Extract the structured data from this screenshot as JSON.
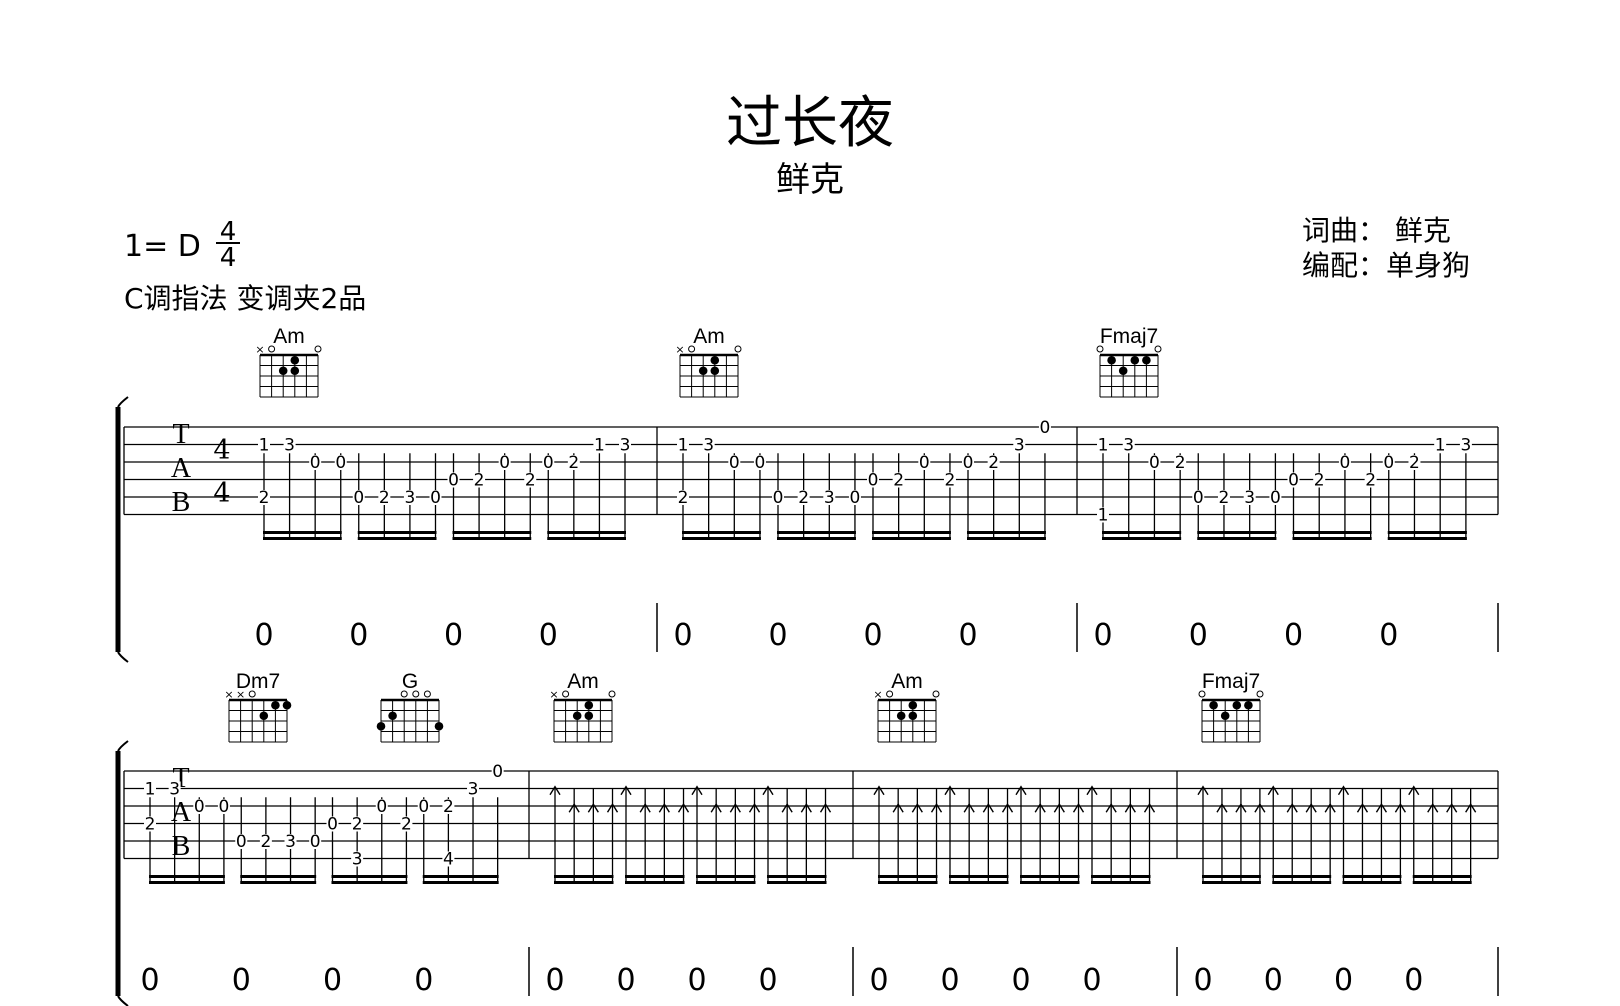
{
  "header": {
    "title": "过长夜",
    "artist": "鲜克",
    "key": "1= D",
    "time_top": "4",
    "time_bottom": "4",
    "capo": "C调指法  变调夹2品",
    "credit_lyrics": "词曲：   鲜克",
    "credit_arranger": "编配：单身狗"
  },
  "tab_labels": {
    "t": "T",
    "a": "A",
    "b": "B",
    "ts_top": "4",
    "ts_bottom": "4"
  },
  "systems": [
    {
      "chords": [
        {
          "name": "Am",
          "muted": [
            1
          ],
          "open": [
            2,
            6
          ],
          "dots": [
            [
              4,
              1
            ],
            [
              3,
              2
            ],
            [
              4,
              2
            ]
          ]
        },
        {
          "name": "Am",
          "muted": [
            1
          ],
          "open": [
            2,
            6
          ],
          "dots": [
            [
              4,
              1
            ],
            [
              3,
              2
            ],
            [
              4,
              2
            ]
          ]
        },
        {
          "name": "Fmaj7",
          "muted": [],
          "open": [
            1,
            6
          ],
          "dots": [
            [
              4,
              1
            ],
            [
              2,
              1
            ],
            [
              3,
              2
            ],
            [
              5,
              1
            ]
          ]
        }
      ],
      "measures": [
        {
          "pattern": "a"
        },
        {
          "pattern": "b"
        },
        {
          "pattern": "c"
        }
      ],
      "rhythm": [
        [
          "0",
          "0",
          "0",
          "0"
        ],
        [
          "0",
          "0",
          "0",
          "0"
        ],
        [
          "0",
          "0",
          "0",
          "0"
        ]
      ]
    },
    {
      "chords": [
        {
          "name": "Dm7",
          "muted": [
            1,
            2
          ],
          "open": [
            3
          ],
          "dots": [
            [
              5,
              1
            ],
            [
              6,
              1
            ],
            [
              4,
              2
            ]
          ]
        },
        {
          "name": "G",
          "muted": [],
          "open": [
            3,
            4,
            5
          ],
          "dots": [
            [
              1,
              3
            ],
            [
              6,
              3
            ],
            [
              2,
              2
            ]
          ]
        },
        {
          "name": "Am",
          "muted": [
            1
          ],
          "open": [
            2,
            6
          ],
          "dots": [
            [
              4,
              1
            ],
            [
              3,
              2
            ],
            [
              4,
              2
            ]
          ]
        },
        {
          "name": "Am",
          "muted": [
            1
          ],
          "open": [
            2,
            6
          ],
          "dots": [
            [
              4,
              1
            ],
            [
              3,
              2
            ],
            [
              4,
              2
            ]
          ]
        },
        {
          "name": "Fmaj7",
          "muted": [],
          "open": [
            1,
            6
          ],
          "dots": [
            [
              4,
              1
            ],
            [
              2,
              1
            ],
            [
              3,
              2
            ],
            [
              5,
              1
            ]
          ]
        }
      ],
      "measures": [
        {
          "pattern": "d"
        },
        {
          "pattern": "arp"
        },
        {
          "pattern": "arp"
        },
        {
          "pattern": "arp"
        }
      ],
      "rhythm": [
        [
          "0",
          "0",
          "0",
          "0"
        ],
        [
          "0",
          "0",
          "0",
          "0"
        ],
        [
          "0",
          "0",
          "0",
          "0"
        ],
        [
          "0",
          "0",
          "0",
          "0"
        ]
      ]
    }
  ],
  "tab_numbers": {
    "a": [
      [
        "1",
        "3",
        "0",
        "0",
        "2"
      ],
      [
        "0",
        "2",
        "3",
        "0"
      ],
      [
        "0",
        "2",
        "0",
        "2"
      ],
      [
        "0",
        "2",
        "1",
        "3"
      ]
    ],
    "b": [
      [
        "1",
        "3",
        "0",
        "0",
        "2"
      ],
      [
        "0",
        "2",
        "3",
        "0"
      ],
      [
        "0",
        "2",
        "0",
        "2"
      ],
      [
        "0",
        "2",
        "3",
        "0"
      ]
    ],
    "c": [
      [
        "1",
        "3",
        "1",
        "0",
        "2"
      ],
      [
        "0",
        "2",
        "3",
        "0"
      ],
      [
        "0",
        "2",
        "0",
        "2"
      ],
      [
        "0",
        "2",
        "1",
        "3"
      ]
    ],
    "d": [
      [
        "1",
        "3",
        "0",
        "0",
        "2"
      ],
      [
        "0",
        "2",
        "3",
        "0"
      ],
      [
        "0",
        "2",
        "3",
        "0",
        "2"
      ],
      [
        "0",
        "2",
        "4",
        "3",
        "0"
      ]
    ]
  }
}
